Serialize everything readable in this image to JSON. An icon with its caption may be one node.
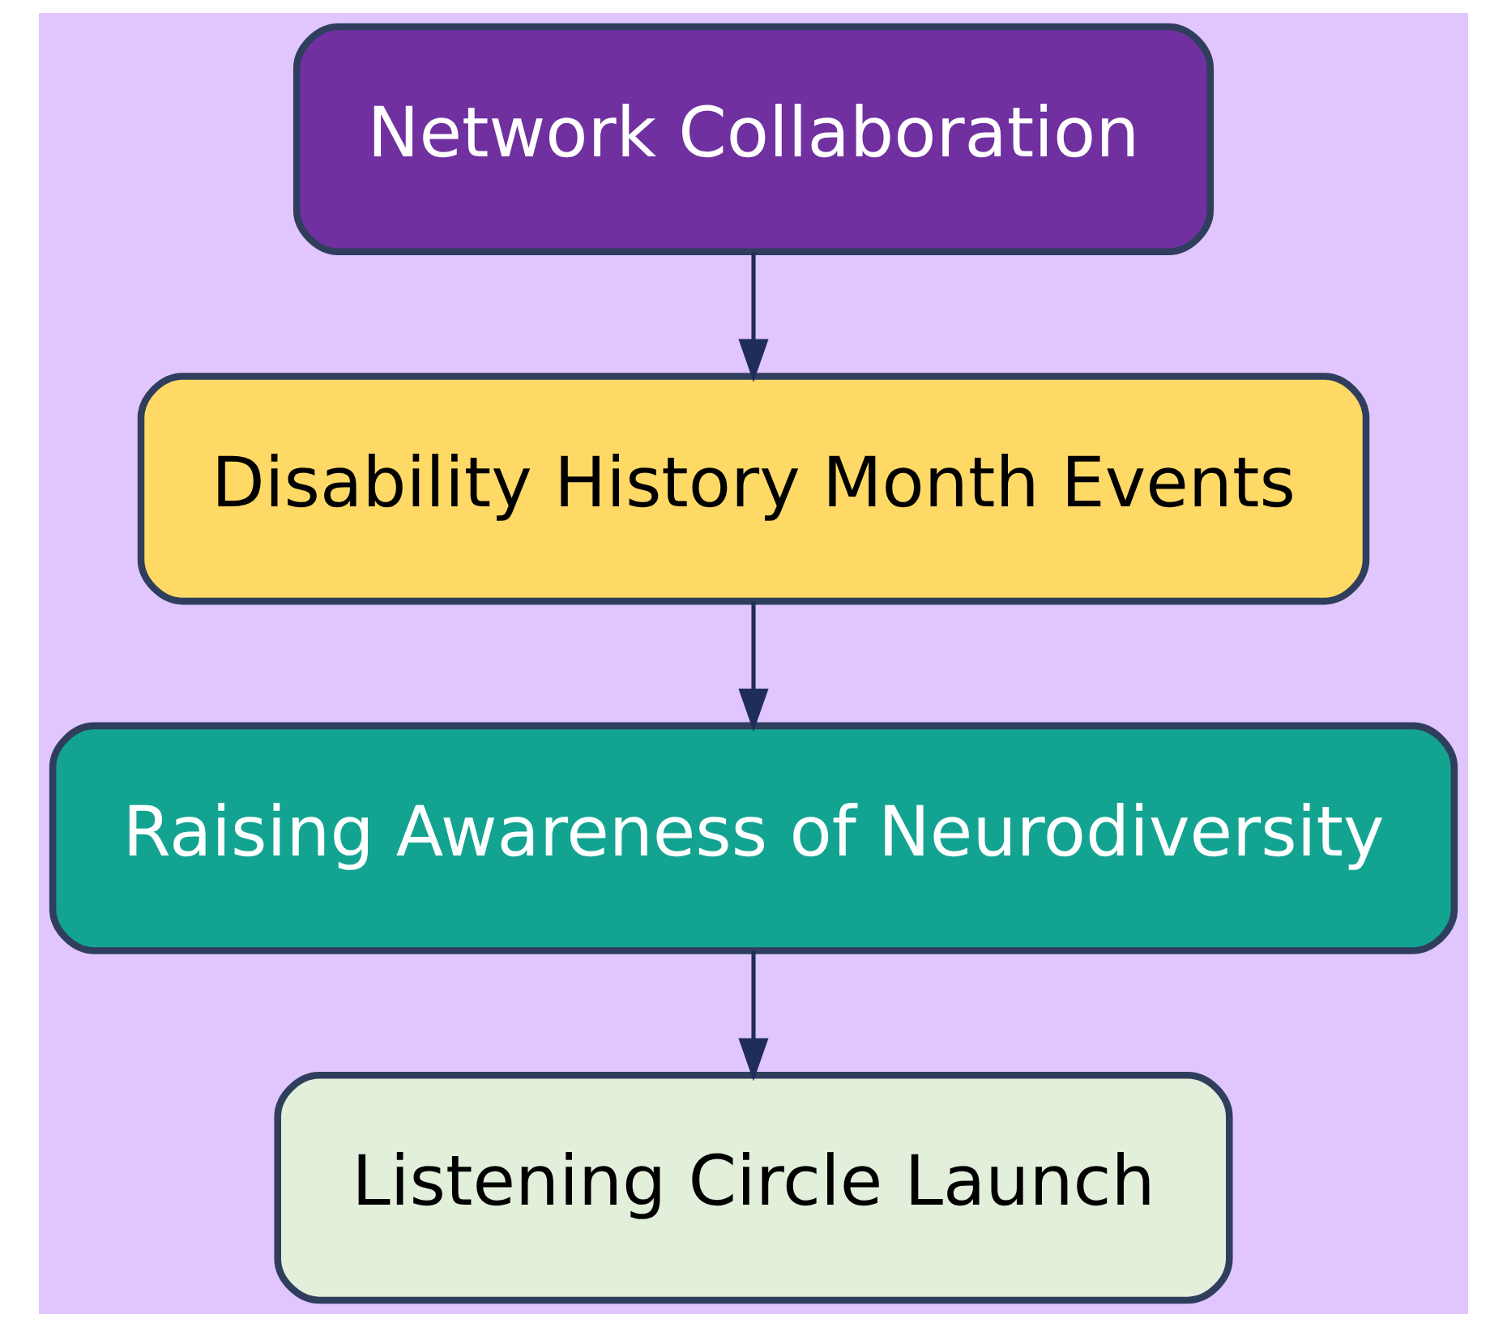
{
  "diagram": {
    "nodes": [
      {
        "text": [
          "Network Collaboration"
        ]
      },
      {
        "text": [
          "Disability History Month Events"
        ]
      },
      {
        "text": [
          "Raising Awareness of Neurodiversity"
        ]
      },
      {
        "text": [
          "Listening Circle Launch"
        ]
      }
    ],
    "edges": [
      {
        "from": 0,
        "to": 1,
        "arrow": "to"
      },
      {
        "from": 1,
        "to": 2,
        "arrow": "to"
      },
      {
        "from": 2,
        "to": 3,
        "arrow": "to"
      }
    ]
  }
}
